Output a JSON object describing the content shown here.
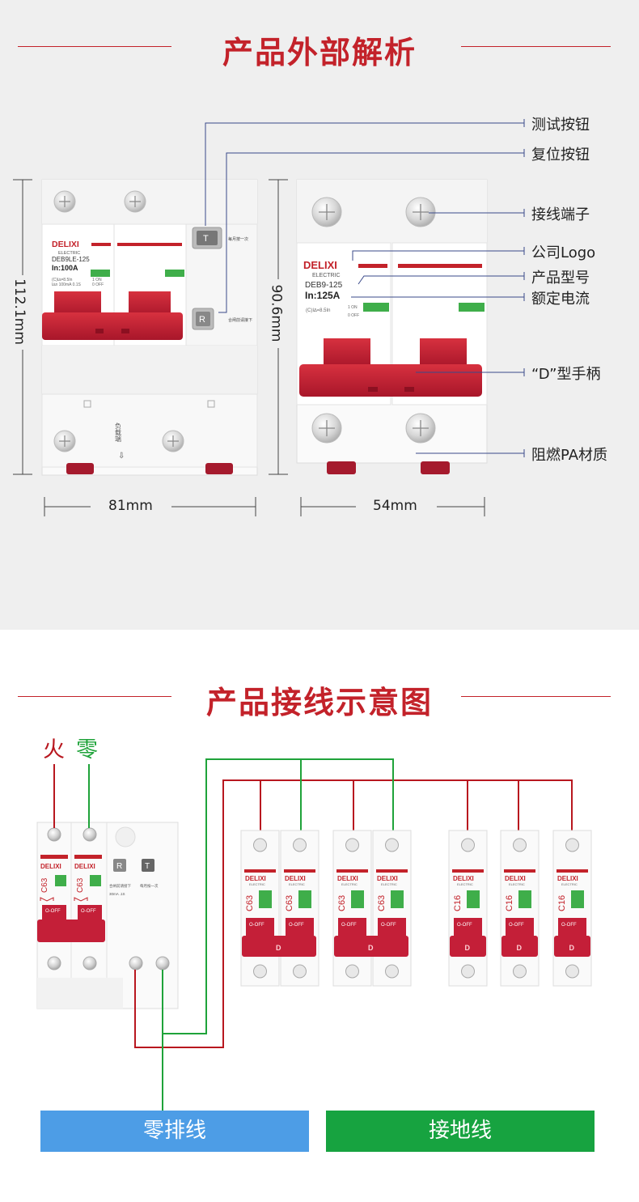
{
  "section_exterior": {
    "title": "产品外部解析",
    "callouts": [
      "测试按钮",
      "复位按钮",
      "接线端子",
      "公司Logo",
      "产品型号",
      "额定电流",
      "“D”型手柄",
      "阻燃PA材质"
    ],
    "dim_left_height": "112.1mm",
    "dim_left_width": "81mm",
    "dim_right_height": "90.6mm",
    "dim_right_width": "54mm"
  },
  "breaker_left": {
    "brand": "DELIXI",
    "brand_sub": "ELECTRIC",
    "model": "DEB9LE-125",
    "current": "In:100A",
    "spec1": "(C)I∆=8.5In",
    "spec2": "I∆n 100mA 0.1S",
    "on": "1 ON",
    "off": "0 OFF",
    "test_btn": "T",
    "reset_btn": "R",
    "test_note": "每月按一次",
    "reset_note": "合闸前请接下",
    "load_label": "负载端"
  },
  "breaker_right": {
    "brand": "DELIXI",
    "brand_sub": "ELECTRIC",
    "model": "DEB9-125",
    "current": "In:125A",
    "spec1": "(C)I∆=8.5In",
    "on": "1 ON",
    "off": "0 OFF"
  },
  "section_wiring": {
    "title": "产品接线示意图",
    "fire": "火",
    "zero": "零",
    "bar_neutral": "零排线",
    "bar_ground": "接地线",
    "rcd": {
      "ratings": [
        "C63",
        "C63"
      ],
      "off": "O-OFF",
      "reset": "R",
      "test": "T",
      "note1": "合闸前请接下",
      "note2": "每月按一次",
      "note3": "30mA .1S"
    },
    "units": [
      {
        "rating": "C63",
        "brand": "DELIXI",
        "sub": "ELECTRIC",
        "off": "O-OFF",
        "handle": "D"
      },
      {
        "rating": "C63",
        "brand": "DELIXI",
        "sub": "ELECTRIC",
        "off": "O-OFF",
        "handle": ""
      },
      {
        "rating": "C63",
        "brand": "DELIXI",
        "sub": "ELECTRIC",
        "off": "O-OFF",
        "handle": "D"
      },
      {
        "rating": "C63",
        "brand": "DELIXI",
        "sub": "ELECTRIC",
        "off": "O-OFF",
        "handle": ""
      },
      {
        "rating": "C16",
        "brand": "DELIXI",
        "sub": "ELECTRIC",
        "off": "O-OFF",
        "handle": "D"
      },
      {
        "rating": "C16",
        "brand": "DELIXI",
        "sub": "ELECTRIC",
        "off": "O-OFF",
        "handle": "D"
      },
      {
        "rating": "C16",
        "brand": "DELIXI",
        "sub": "ELECTRIC",
        "off": "O-OFF",
        "handle": "D"
      }
    ]
  },
  "colors": {
    "brand_red": "#c3222a",
    "handle_red": "#c41f38",
    "wire_red": "#b8171f",
    "wire_green": "#1fa33a",
    "bar_blue": "#4d9de6",
    "bar_green": "#17a340",
    "indicator_green": "#3fae4a"
  }
}
